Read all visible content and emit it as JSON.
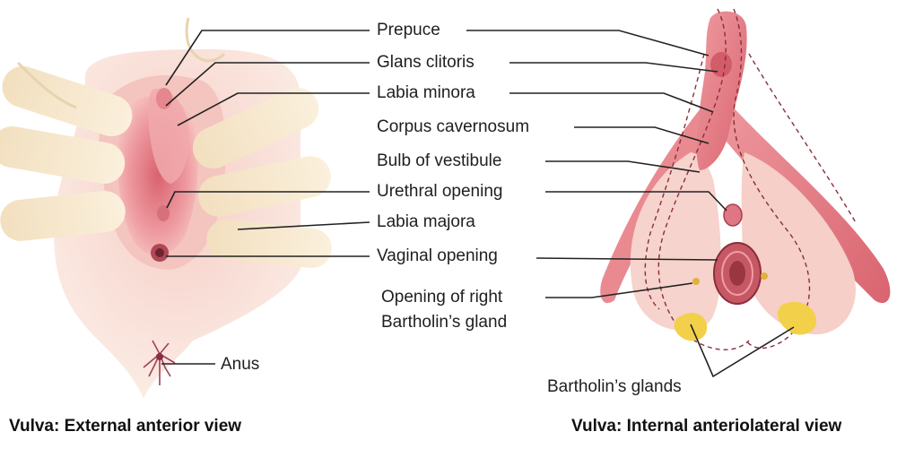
{
  "labels": {
    "prepuce": "Prepuce",
    "glans_clitoris": "Glans clitoris",
    "labia_minora": "Labia minora",
    "corpus_cavernosum": "Corpus cavernosum",
    "bulb_of_vestibule": "Bulb of vestibule",
    "urethral_opening": "Urethral opening",
    "labia_majora": "Labia majora",
    "vaginal_opening": "Vaginal opening",
    "bartholin_right_line1": "Opening of right",
    "bartholin_right_line2": "Bartholin’s gland",
    "bartholins_glands": "Bartholin’s glands",
    "anus": "Anus"
  },
  "captions": {
    "external": "Vulva: External anterior view",
    "internal": "Vulva: Internal anteriolateral view"
  },
  "colors": {
    "skin_light": "#f9e8dc",
    "skin_pink": "#f4c9c3",
    "vestibule": "#e88d95",
    "hand": "#f6e6c8",
    "tissue": "#e9868c",
    "tissue_dark": "#c9525d",
    "gland": "#f3d04a",
    "leader": "#222222"
  }
}
